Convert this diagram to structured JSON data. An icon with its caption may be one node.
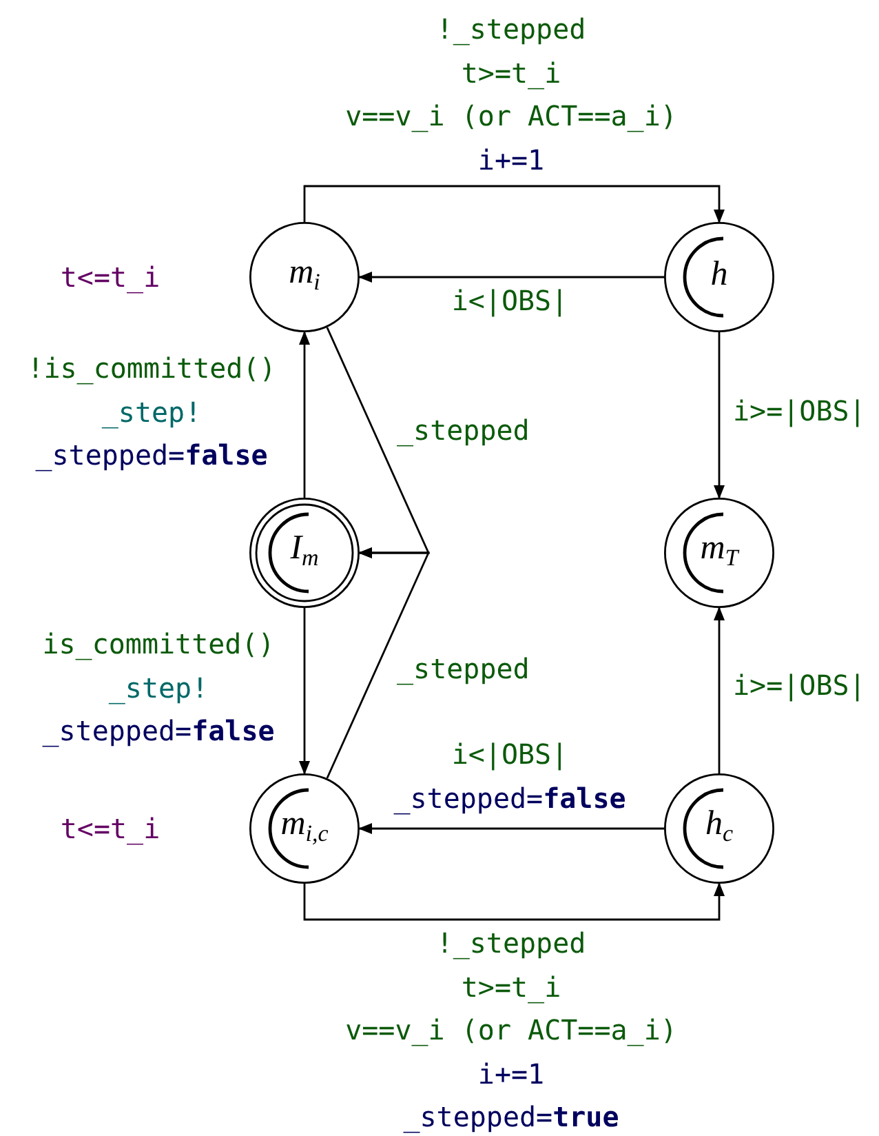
{
  "diagram": {
    "nodes": [
      {
        "text": [
          "m$_{i}$"
        ],
        "beside": [
          "t<=t_i"
        ]
      },
      {
        "text": [
          "h"
        ]
      },
      {
        "text": [
          "I$_{m}$"
        ]
      },
      {
        "text": [
          "m$_{T}$"
        ]
      },
      {
        "text": [
          "m$_{i,c}$"
        ],
        "beside": [
          "t<=t_i"
        ]
      },
      {
        "text": [
          "h$_{c}$"
        ]
      }
    ],
    "edges": [
      {
        "from": 0,
        "to": 1,
        "arrow": "to",
        "label": "!_stepped t>=t_i v==v_i (or ACT==a_i) i+=1"
      },
      {
        "from": 1,
        "to": 0,
        "arrow": "to",
        "label": "i<|OBS|"
      },
      {
        "from": 1,
        "to": 3,
        "arrow": "to",
        "label": "i>=|OBS|"
      },
      {
        "from": 2,
        "to": 0,
        "arrow": "to",
        "label": "!is_committed() _step! _stepped=**false**"
      },
      {
        "from": 2,
        "to": 4,
        "arrow": "to",
        "label": "is_committed() _step! _stepped=**false**"
      },
      {
        "from": 0,
        "to": 2,
        "arrow": "to",
        "label": "_stepped"
      },
      {
        "from": 4,
        "to": 2,
        "arrow": "to",
        "label": "_stepped"
      },
      {
        "from": 5,
        "to": 3,
        "arrow": "to",
        "label": "i>=|OBS|"
      },
      {
        "from": 5,
        "to": 4,
        "arrow": "to",
        "label": "i<|OBS| _stepped=**false**"
      },
      {
        "from": 4,
        "to": 5,
        "arrow": "to",
        "label": "!_stepped t>=t_i v==v_i (or ACT==a_i) i+=1 _stepped=**true**"
      }
    ]
  }
}
